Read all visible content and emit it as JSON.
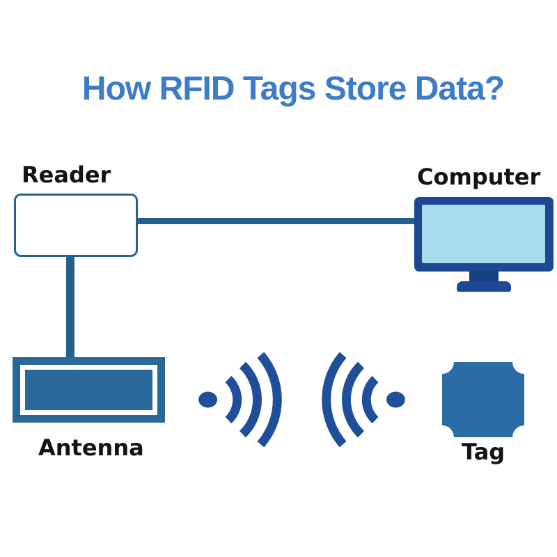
{
  "title": {
    "text": "How RFID Tags Store Data?"
  },
  "nodes": {
    "reader": {
      "label": "Reader"
    },
    "computer": {
      "label": "Computer"
    },
    "antenna": {
      "label": "Antenna"
    },
    "tag": {
      "label": "Tag"
    }
  },
  "icons": {
    "computer": "monitor-icon",
    "antenna": "antenna-panel-icon",
    "tag": "rfid-tag-icon",
    "left_signal": "wireless-signal-emitting-right-icon",
    "right_signal": "wireless-signal-emitting-left-icon"
  },
  "colors": {
    "background": "#ffffff",
    "title_blue": "#3d7cc9",
    "line_blue": "#24618f",
    "reader_border": "#2d6087",
    "antenna_blue": "#2b689a",
    "tag_blue": "#2b6ca6",
    "signal_navy": "#1f4e9b",
    "monitor_frame": "#1d4893",
    "monitor_screen": "#a8dcec",
    "stand_dark": "#16407f",
    "label_black": "#141414"
  }
}
